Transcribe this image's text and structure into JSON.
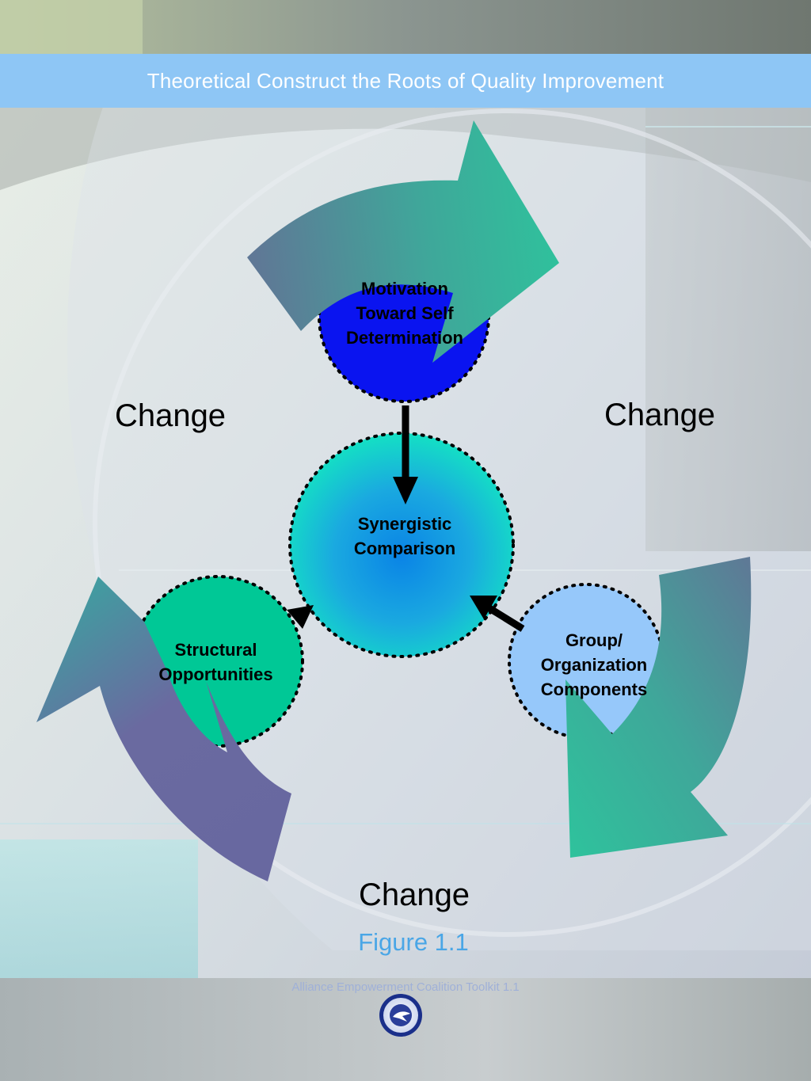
{
  "title": "Theoretical Construct the Roots of Quality Improvement",
  "nodes": {
    "motivation": [
      "Motivation",
      "Toward Self",
      "Determination"
    ],
    "synergistic": [
      "Synergistic",
      "Comparison"
    ],
    "structural": [
      "Structural",
      "Opportunities"
    ],
    "group": [
      "Group/",
      "Organization",
      "Components"
    ]
  },
  "change_labels": {
    "left": "Change",
    "right": "Change",
    "bottom": "Change"
  },
  "figure_caption": "Figure 1.1",
  "footer": {
    "text": "Alliance Empowerment Coalition Toolkit 1.1",
    "logo_icon": "alliance-seal-icon"
  },
  "colors": {
    "title_bar": "#8ec6f5",
    "motivation_fill": "#0a14f0",
    "synergistic_center": "#0a84e6",
    "synergistic_edge": "#14e0c4",
    "structural_fill": "#00c896",
    "group_fill": "#96c8fa",
    "arrow_teal": "#2ec39c",
    "arrow_slate": "#5a7aa0",
    "arrow_purple": "#6a6aa0",
    "figure_caption": "#4aa6e6"
  }
}
